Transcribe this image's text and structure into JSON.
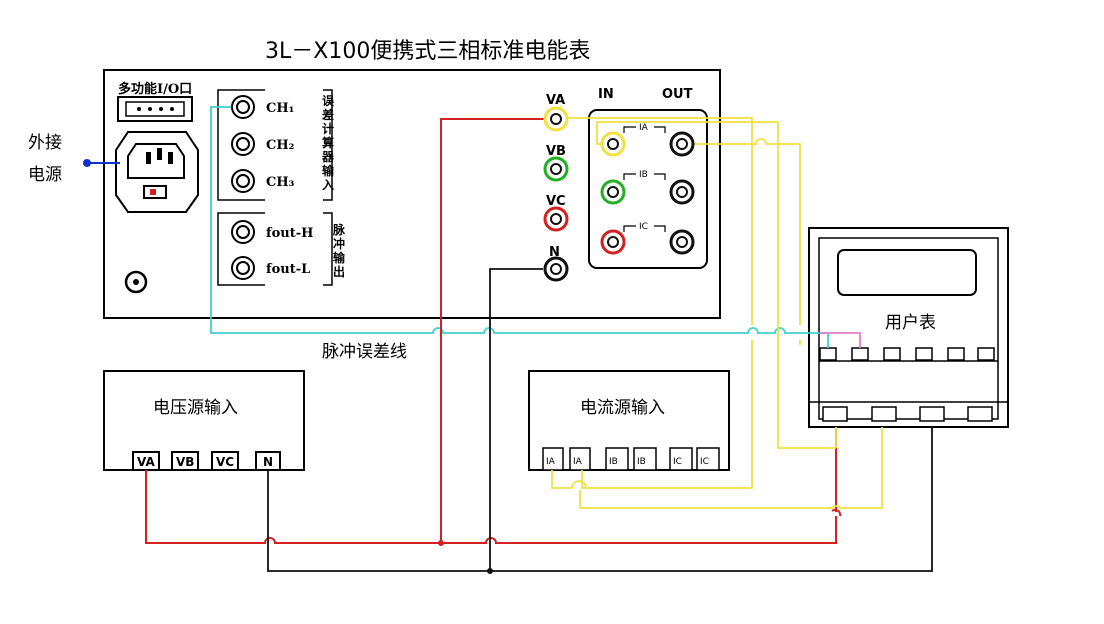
{
  "title": "3L－X100便携式三相标准电能表",
  "external_power": {
    "line1": "外接",
    "line2": "电源"
  },
  "io_port_label": "多功能I/O口",
  "channels": [
    "CH₁",
    "CH₂",
    "CH₃"
  ],
  "error_calc_input": [
    "误",
    "差",
    "计",
    "算",
    "器",
    "输",
    "入"
  ],
  "fout": [
    "fout-H",
    "fout-L"
  ],
  "pulse_output": [
    "脉",
    "冲",
    "输",
    "出"
  ],
  "voltage_jacks": [
    "VA",
    "VB",
    "VC",
    "N"
  ],
  "current_header": {
    "in": "IN",
    "out": "OUT"
  },
  "current_labels": [
    "IA",
    "IB",
    "IC"
  ],
  "pulse_error_line": "脉冲误差线",
  "voltage_source": {
    "title": "电压源输入",
    "terminals": [
      "VA",
      "VB",
      "VC",
      "N"
    ]
  },
  "current_source": {
    "title": "电流源输入",
    "terminals": [
      "IA",
      "IA",
      "IB",
      "IB",
      "IC",
      "IC"
    ]
  },
  "user_meter": {
    "title": "用户表"
  },
  "colors": {
    "red": "#d42020",
    "yellow": "#f0e040",
    "green": "#22b022",
    "black": "#111111",
    "cyan": "#40d0d0",
    "blue": "#1030d0",
    "pink": "#e080c0"
  }
}
